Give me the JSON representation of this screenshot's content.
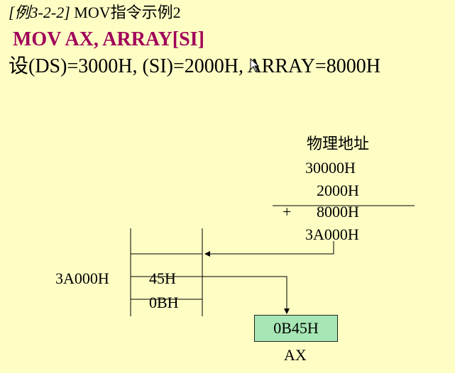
{
  "slide": {
    "example_tag": "[例3-2-2]",
    "example_title": " MOV指令示例2",
    "instruction": "MOV  AX, ARRAY[SI]",
    "given": "设(DS)=3000H, (SI)=2000H, ARRAY=8000H"
  },
  "calculation": {
    "heading": "物理地址",
    "line1": "30000H",
    "line2": "2000H",
    "plus_sign": "+",
    "line3": "8000H",
    "result": "3A000H"
  },
  "memory": {
    "address_label": "3A000H",
    "cells": [
      "45H",
      "0BH"
    ]
  },
  "register": {
    "value": "0B45H",
    "name": "AX",
    "fill_color": "#a6e6b4"
  },
  "colors": {
    "background": "#fdfdc4",
    "instruction_text": "#a0005a"
  }
}
